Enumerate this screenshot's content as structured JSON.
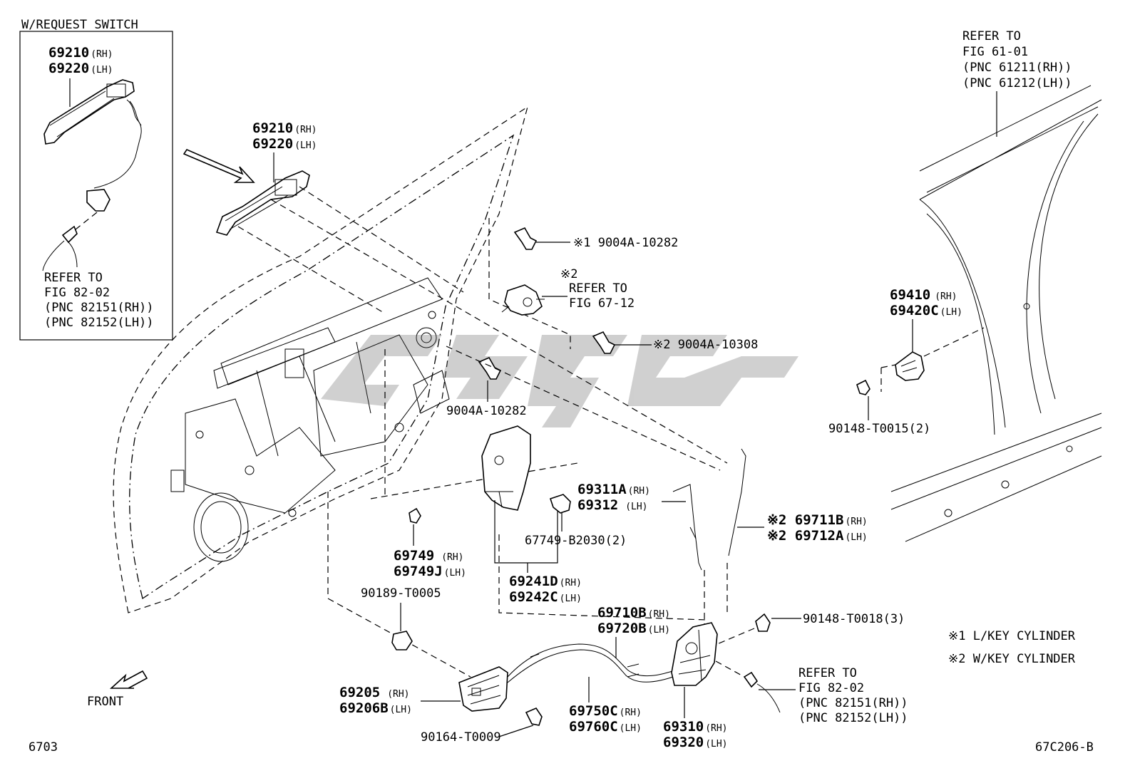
{
  "inset": {
    "title": "W/REQUEST SWITCH",
    "part_no_rh": "69210",
    "part_no_lh": "69220",
    "rh_tag": "(RH)",
    "lh_tag": "(LH)",
    "refer_lines": [
      "REFER TO",
      "FIG 82-02",
      "(PNC 82151(RH))",
      "(PNC 82152(LH))"
    ]
  },
  "labels": {
    "handle_rh": "69210",
    "handle_lh": "69220",
    "rh": "(RH)",
    "lh": "(LH)",
    "pillar_refer": [
      "REFER TO",
      "FIG 61-01",
      "(PNC 61211(RH))",
      "(PNC 61212(LH))"
    ],
    "bolt1": "※1 9004A-10282",
    "cyl_mark": "※2",
    "cyl_refer": [
      "REFER TO",
      "FIG 67-12"
    ],
    "bolt2": "※2 9004A-10308",
    "bolt3": "9004A-10282",
    "striker_rh": "69410",
    "striker_lh": "69420C",
    "screw_striker": "90148-T0015(2)",
    "rod_a_rh": "69311A",
    "rod_a_lh": "69312",
    "clip_b2030": "67749-B2030(2)",
    "rod_b_rh": "※2 69711B",
    "rod_b_lh": "※2 69712A",
    "clip_rh": "69749",
    "clip_lh": "69749J",
    "protector_rh": "69241D",
    "protector_lh": "69242C",
    "grommet": "90189-T0005",
    "cable_rh": "69710B",
    "cable_lh": "69720B",
    "screw_lock": "90148-T0018(3)",
    "legend1": "※1 L/KEY CYLINDER",
    "legend2": "※2 W/KEY CYLINDER",
    "inner_rh": "69205",
    "inner_lh": "69206B",
    "cable2_rh": "69750C",
    "cable2_lh": "69760C",
    "lock_rh": "69310",
    "lock_lh": "69320",
    "wire_refer": [
      "REFER TO",
      "FIG 82-02",
      "(PNC 82151(RH))",
      "(PNC 82152(LH))"
    ],
    "screw_inner": "90164-T0009",
    "front": "FRONT",
    "page_no": "6703",
    "fig_code": "67C206-B"
  }
}
